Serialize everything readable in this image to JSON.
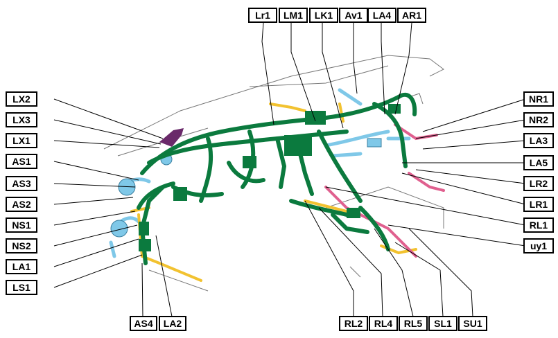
{
  "labels": {
    "lr1_top": "Lr1",
    "lm1": "LM1",
    "lk1": "LK1",
    "av1": "Av1",
    "la4": "LA4",
    "ar1": "AR1",
    "lx2": "LX2",
    "lx3": "LX3",
    "lx1": "LX1",
    "as1": "AS1",
    "as3": "AS3",
    "as2": "AS2",
    "ns1": "NS1",
    "ns2": "NS2",
    "la1": "LA1",
    "ls1": "LS1",
    "nr1": "NR1",
    "nr2": "NR2",
    "la3": "LA3",
    "la5": "LA5",
    "lr2": "LR2",
    "lr1_right": "LR1",
    "rl1": "RL1",
    "uy1": "uy1",
    "as4": "AS4",
    "la2": "LA2",
    "rl2": "RL2",
    "rl4": "RL4",
    "rl5": "RL5",
    "sl1": "SL1",
    "su1": "SU1"
  },
  "colors": {
    "harness_green": "#0b7a3e",
    "harness_blue": "#7fc8e8",
    "harness_yellow": "#f2c230",
    "harness_pink": "#e0608f",
    "harness_purple": "#6a2a6a",
    "body_outline": "#777777"
  }
}
